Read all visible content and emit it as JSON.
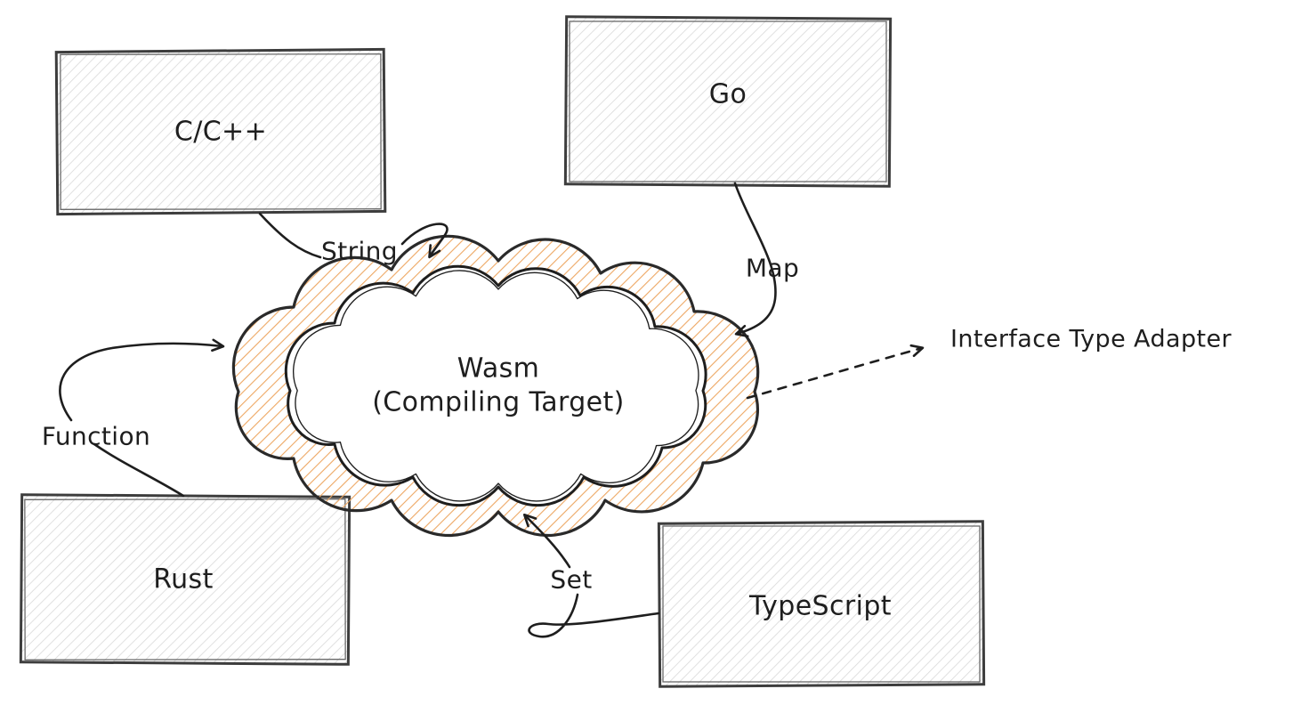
{
  "cloud": {
    "line1": "Wasm",
    "line2": "(Compiling Target)"
  },
  "boxes": {
    "cpp": "C/C++",
    "go": "Go",
    "rust": "Rust",
    "typescript": "TypeScript"
  },
  "edge_labels": {
    "string": "String",
    "map": "Map",
    "function": "Function",
    "set": "Set"
  },
  "annotation": "Interface Type Adapter",
  "colors": {
    "ink": "#1e1e1e",
    "cloud_hatch": "#eda763",
    "box_hatch": "#d6d6d6"
  }
}
